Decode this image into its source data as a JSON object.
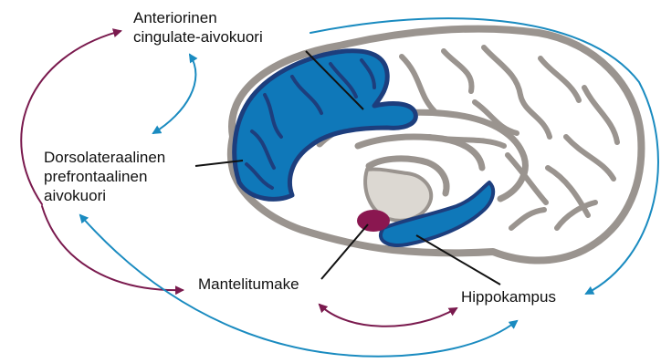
{
  "labels": {
    "acc": [
      "Anteriorinen",
      "cingulate-aivokuori"
    ],
    "dlpfc": [
      "Dorsolateraalinen",
      "prefrontaalinen",
      "aivokuori"
    ],
    "amygdala": "Mantelitumake",
    "hippocampus": "Hippokampus"
  },
  "colors": {
    "cortex_outline": "#9a948f",
    "region_fill": "#0f78b9",
    "region_dark": "#1d3e7d",
    "amygdala_fill": "#8a1750",
    "arrow_teal": "#1a8bc0",
    "arrow_purple": "#7a1a4e",
    "leader_line": "#111111"
  },
  "connections": [
    {
      "from": "dlpfc",
      "to": "acc",
      "color": "teal",
      "bidirectional": true
    },
    {
      "from": "dlpfc",
      "to": "acc",
      "color": "purple",
      "bidirectional": false
    },
    {
      "from": "dlpfc",
      "to": "amygdala",
      "color": "purple",
      "bidirectional": false
    },
    {
      "from": "amygdala",
      "to": "hippocampus",
      "color": "purple",
      "bidirectional": true
    },
    {
      "from": "acc",
      "to": "hippocampus",
      "color": "teal",
      "bidirectional": false
    },
    {
      "from": "dlpfc",
      "to": "hippocampus",
      "color": "teal",
      "bidirectional": true
    }
  ]
}
